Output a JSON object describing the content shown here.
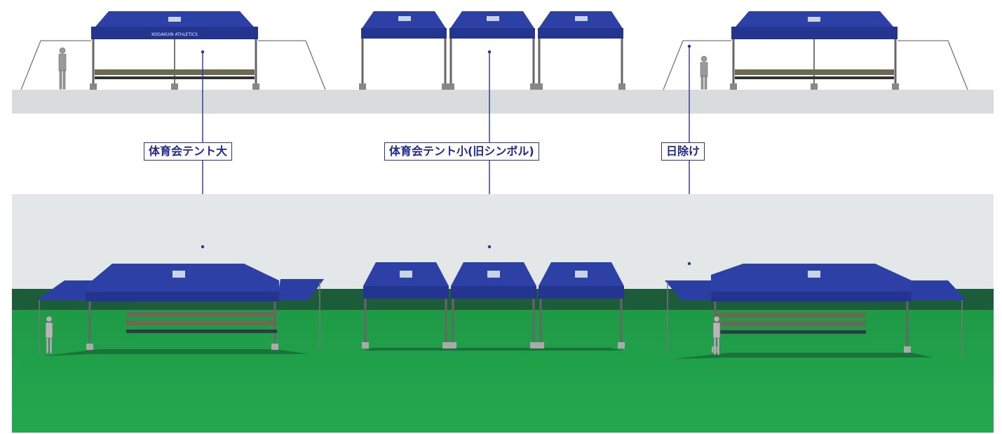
{
  "labels": [
    {
      "id": "large",
      "text": "体育会テント大"
    },
    {
      "id": "small",
      "text": "体育会テント小(旧シンボル)"
    },
    {
      "id": "shade",
      "text": "日除け"
    }
  ],
  "tent_banner_text": "KOGAKUIN ATHLETICS",
  "colors": {
    "tent_blue": "#2d40a6",
    "tent_blue_dark": "#1c2a7a",
    "leader_line": "#2a3590",
    "ground_top": "#d8dcdc",
    "backdrop": "#e3e7e8",
    "hedge": "#1d5c3a",
    "lawn": "#22a24d"
  }
}
